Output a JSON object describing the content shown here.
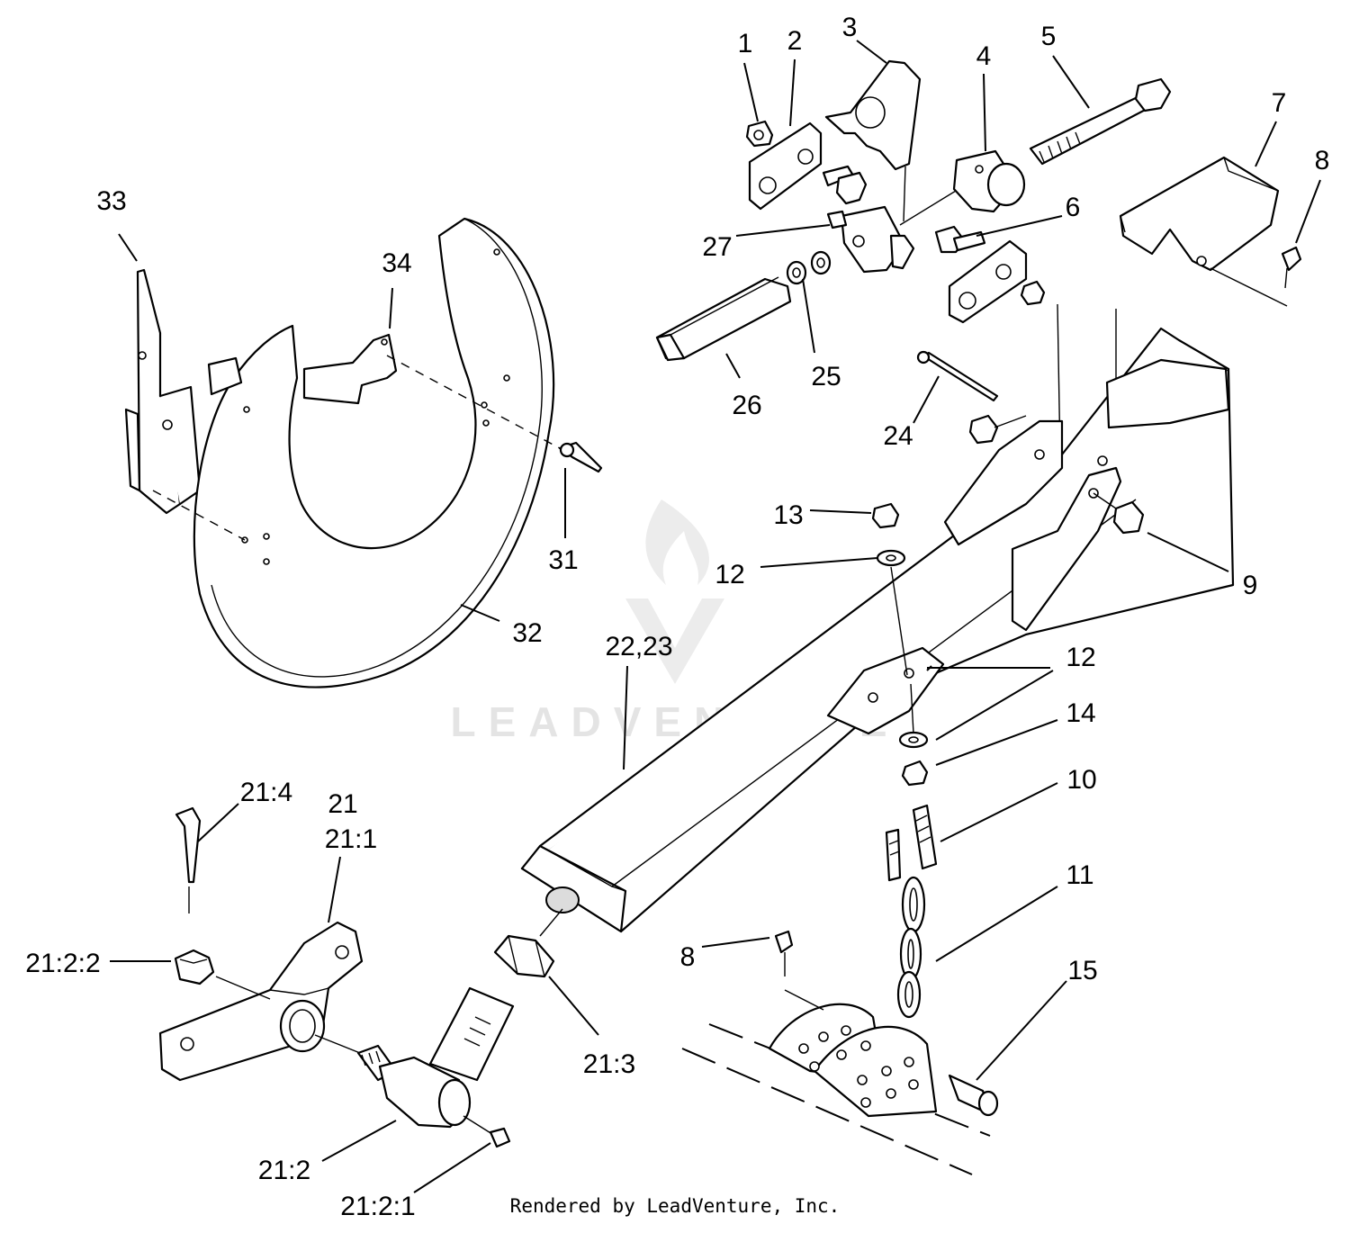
{
  "watermark": "LEADVENTURE",
  "footer": "Rendered by LeadVenture, Inc.",
  "callouts": {
    "c1": "1",
    "c2": "2",
    "c3": "3",
    "c4": "4",
    "c5": "5",
    "c6": "6",
    "c7": "7",
    "c8a": "8",
    "c8b": "8",
    "c9": "9",
    "c10": "10",
    "c11": "11",
    "c12a": "12",
    "c12b": "12",
    "c13": "13",
    "c14": "14",
    "c15": "15",
    "c21": "21",
    "c21_1": "21:1",
    "c21_2": "21:2",
    "c21_2_1": "21:2:1",
    "c21_2_2": "21:2:2",
    "c21_3": "21:3",
    "c21_4": "21:4",
    "c22_23": "22,23",
    "c24": "24",
    "c25": "25",
    "c26": "26",
    "c27": "27",
    "c31": "31",
    "c32": "32",
    "c33": "33",
    "c34": "34"
  }
}
